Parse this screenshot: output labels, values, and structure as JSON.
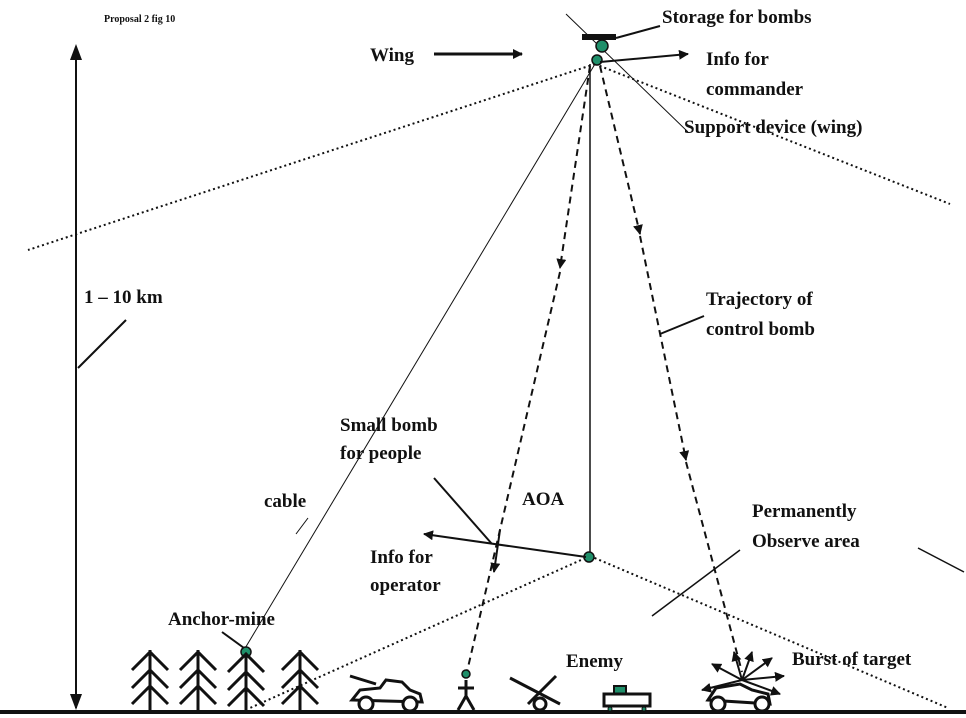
{
  "figure_tag": "Proposal 2 fig 10",
  "labels": {
    "storage": "Storage for bombs",
    "wing": "Wing",
    "info_commander_1": "Info for",
    "info_commander_2": "commander",
    "support_device": "Support device (wing)",
    "altitude": "1 – 10 km",
    "trajectory_1": "Trajectory of",
    "trajectory_2": "control bomb",
    "small_bomb_1": "Small bomb",
    "small_bomb_2": "for people",
    "cable": "cable",
    "aoa": "AOA",
    "info_operator_1": "Info for",
    "info_operator_2": "operator",
    "perm_1": "Permanently",
    "perm_2": "Observe area",
    "anchor_mine": "Anchor-mine",
    "enemy": "Enemy",
    "burst": "Burst of target"
  },
  "colors": {
    "ink": "#111111",
    "device": "#1f8f6a"
  }
}
